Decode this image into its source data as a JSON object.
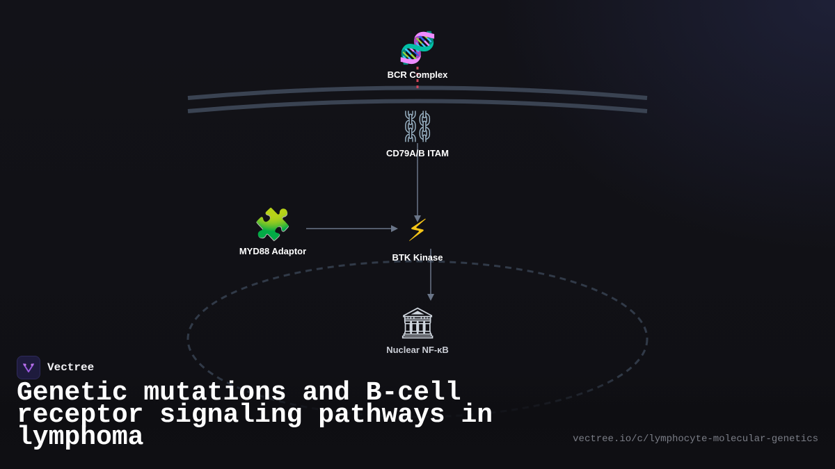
{
  "diagram": {
    "nodes": {
      "bcr": {
        "label": "BCR Complex",
        "icon": "dna-icon",
        "glyph": "🧬"
      },
      "cd79": {
        "label": "CD79A/B ITAM",
        "icon": "chain-link-icon",
        "glyph": "⛓"
      },
      "myd88": {
        "label": "MYD88 Adaptor",
        "icon": "puzzle-piece-icon",
        "glyph": "🧩"
      },
      "btk": {
        "label": "BTK Kinase",
        "icon": "lightning-bolt-icon",
        "glyph": "⚡"
      },
      "nfkb": {
        "label": "Nuclear NF-κB",
        "icon": "classical-building-icon",
        "glyph": "🏛"
      }
    },
    "colors": {
      "membrane": "#3a4352",
      "arrow": "#6a7588",
      "nucleus_outline": "#313a48",
      "bcr_link": "#d0465a",
      "background": "#111116"
    }
  },
  "brand": {
    "name": "Vectree",
    "icon": "vectree-logo-icon"
  },
  "title": "Genetic mutations and B-cell receptor signaling pathways in lymphoma",
  "url": "vectree.io/c/lymphocyte-molecular-genetics"
}
